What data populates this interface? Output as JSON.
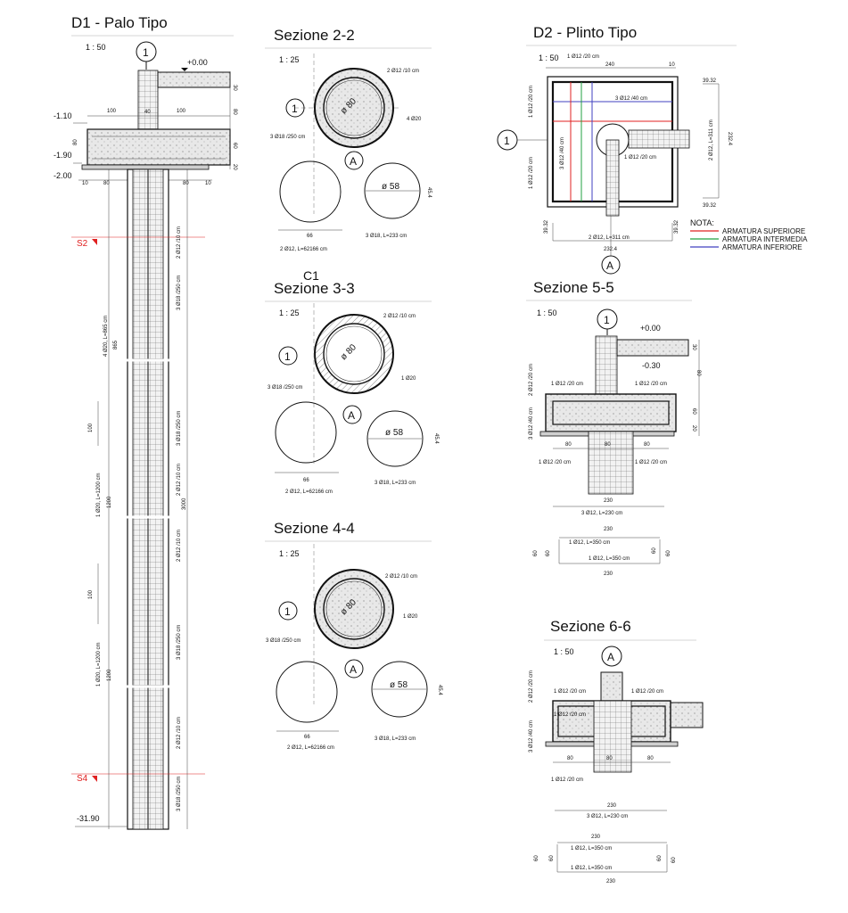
{
  "d1": {
    "title": "D1 - Palo Tipo",
    "scale": "1 : 50",
    "marker": "1",
    "levels": [
      "+0.00",
      "-1.10",
      "-1.90",
      "-2.00",
      "-31.90"
    ],
    "cuts": [
      "S2",
      "S4"
    ],
    "dims": [
      "100",
      "100",
      "40",
      "30",
      "80",
      "60",
      "20",
      "80",
      "10",
      "80",
      "80",
      "10",
      "865",
      "100",
      "1200",
      "3000",
      "100",
      "1200"
    ],
    "rebar": [
      "2  Ø12 /10 cm",
      "3  Ø18 /250 cm",
      "4  Ø20,  L=865 cm",
      "3  Ø18 /250 cm",
      "2  Ø12 /10 cm",
      "1  Ø20,  L=1200 cm",
      "2  Ø12 /10 cm",
      "3  Ø18 /250 cm",
      "1  Ø20,  L=1200 cm",
      "2  Ø12 /10 cm",
      "3  Ø18 /250 cm"
    ]
  },
  "s22": {
    "title": "Sezione 2-2",
    "scale": "1 : 25",
    "marker": "1",
    "marker_a": "A",
    "diameter": "ø 80",
    "hoop": "2  Ø12 /10 cm",
    "bars": "4  Ø20",
    "spiral": "3  Ø18 /250 cm",
    "dia2": "ø 58",
    "dim66": "66",
    "dim45": "45.4",
    "sched1": "2  Ø12,  L=62166 cm",
    "sched2": "3  Ø18,  L=233 cm",
    "c1": "C1"
  },
  "s33": {
    "title": "Sezione 3-3",
    "scale": "1 : 25",
    "marker": "1",
    "marker_a": "A",
    "diameter": "ø 80",
    "hoop": "2  Ø12 /10 cm",
    "bars": "1  Ø20",
    "spiral": "3  Ø18 /250 cm",
    "dia2": "ø 58",
    "dim66": "66",
    "dim45": "45.4",
    "sched1": "2  Ø12,  L=62166 cm",
    "sched2": "3  Ø18,  L=233 cm"
  },
  "s44": {
    "title": "Sezione 4-4",
    "scale": "1 : 25",
    "marker": "1",
    "marker_a": "A",
    "diameter": "ø 80",
    "hoop": "2  Ø12 /10 cm",
    "bars": "1  Ø20",
    "spiral": "3  Ø18 /250 cm",
    "dia2": "ø 58",
    "dim66": "66",
    "dim45": "45.4",
    "sched1": "2  Ø12,  L=62166 cm",
    "sched2": "3  Ø18,  L=233 cm"
  },
  "d2": {
    "title": "D2 - Plinto Tipo",
    "scale": "1 : 50",
    "marker": "1",
    "marker_a": "A",
    "top_label": "1  Ø12 /20 cm",
    "dim240": "240",
    "dim10": "10",
    "label40": "3  Ø12 /40 cm",
    "left1": "1  Ø12 /20 cm",
    "left2": "3  Ø12 /40 cm",
    "left3": "1  Ø12 /20 cm",
    "inner": "1  Ø12 /20 cm",
    "right_dim": "39.32",
    "right_label": "2  Ø12,  L=311 cm",
    "right_total": "232.4",
    "bottom_label": "2  Ø12,  L=311 cm",
    "bottom_total": "232.4",
    "note_title": "NOTA:",
    "notes": [
      {
        "label": "ARMATURA SUPERIORE",
        "color": "#e02020"
      },
      {
        "label": "ARMATURA INTERMEDIA",
        "color": "#20a040"
      },
      {
        "label": "ARMATURA INFERIORE",
        "color": "#4040c0"
      }
    ]
  },
  "s55": {
    "title": "Sezione 5-5",
    "scale": "1 : 50",
    "marker": "1",
    "level0": "+0.00",
    "level1": "-0.30",
    "l1": "1  Ø12 /20 cm",
    "l2": "2  Ø12 /20 cm",
    "l3": "1  Ø12 /20 cm",
    "l4": "3  Ø12 /40 cm",
    "l5": "1  Ø12 /20 cm",
    "l6": "1  Ø12 /20 cm",
    "dims": [
      "80",
      "80",
      "80",
      "30",
      "80",
      "60",
      "20",
      "60"
    ],
    "total": "230",
    "sched_bar": "3  Ø12,  L=230 cm",
    "sched_top": "230",
    "sched_a": "1  Ø12,  L=350 cm",
    "sched_b": "1  Ø12,  L=350 cm",
    "sched_60": "60",
    "sched_bottom": "230"
  },
  "s66": {
    "title": "Sezione 6-6",
    "scale": "1 : 50",
    "marker_a": "A",
    "l1": "1  Ø12 /20 cm",
    "l2": "1  Ø12 /20 cm",
    "l3": "1  Ø12 /20 cm",
    "l4": "2  Ø12 /20 cm",
    "l5": "3  Ø12 /40 cm",
    "l6": "1  Ø12 /20 cm",
    "dims": [
      "80",
      "80",
      "80"
    ],
    "total": "230",
    "sched_bar": "3  Ø12,  L=230 cm",
    "sched_top": "230",
    "sched_a": "1  Ø12,  L=350 cm",
    "sched_b": "1  Ø12,  L=350 cm",
    "sched_60": "60",
    "sched_bottom": "230"
  }
}
